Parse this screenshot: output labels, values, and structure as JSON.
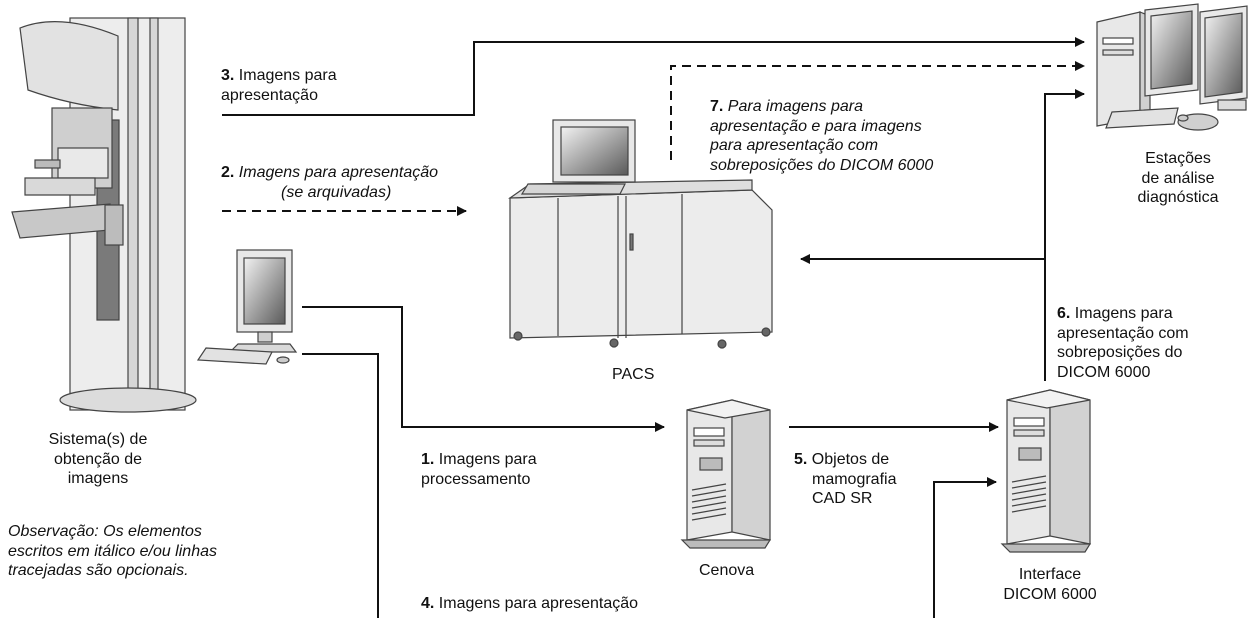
{
  "nodes": {
    "imaging": {
      "line1": "Sistema(s) de",
      "line2": "obtenção de",
      "line3": "imagens"
    },
    "pacs": {
      "label": "PACS"
    },
    "cenova": {
      "label": "Cenova"
    },
    "dicom": {
      "line1": "Interface",
      "line2": "DICOM 6000"
    },
    "stations": {
      "line1": "Estações",
      "line2": "de análise",
      "line3": "diagnóstica"
    }
  },
  "flows": {
    "f1": {
      "num": "1.",
      "line1": "Imagens para",
      "line2": "processamento"
    },
    "f2": {
      "num": "2.",
      "line1": "Imagens para apresentação",
      "line2": "(se arquivadas)"
    },
    "f3": {
      "num": "3.",
      "line1": "Imagens para",
      "line2": "apresentação"
    },
    "f4": {
      "num": "4.",
      "line1": "Imagens para apresentação"
    },
    "f5": {
      "num": "5.",
      "line1": "Objetos de",
      "line2": "mamografia",
      "line3": "CAD SR"
    },
    "f6": {
      "num": "6.",
      "line1": "Imagens para",
      "line2": "apresentação com",
      "line3": "sobreposições do",
      "line4": "DICOM 6000"
    },
    "f7": {
      "num": "7.",
      "line1": "Para imagens para",
      "line2": "apresentação e para imagens",
      "line3": "para apresentação com",
      "line4": "sobreposições do DICOM 6000"
    }
  },
  "note": {
    "line1": "Observação: Os elementos",
    "line2": "escritos em itálico e/ou linhas",
    "line3": "tracejadas são opcionais."
  },
  "colors": {
    "line": "#111111",
    "device": "#e6e6e6",
    "device_dark": "#777777",
    "screen": "#6f6f6f"
  }
}
